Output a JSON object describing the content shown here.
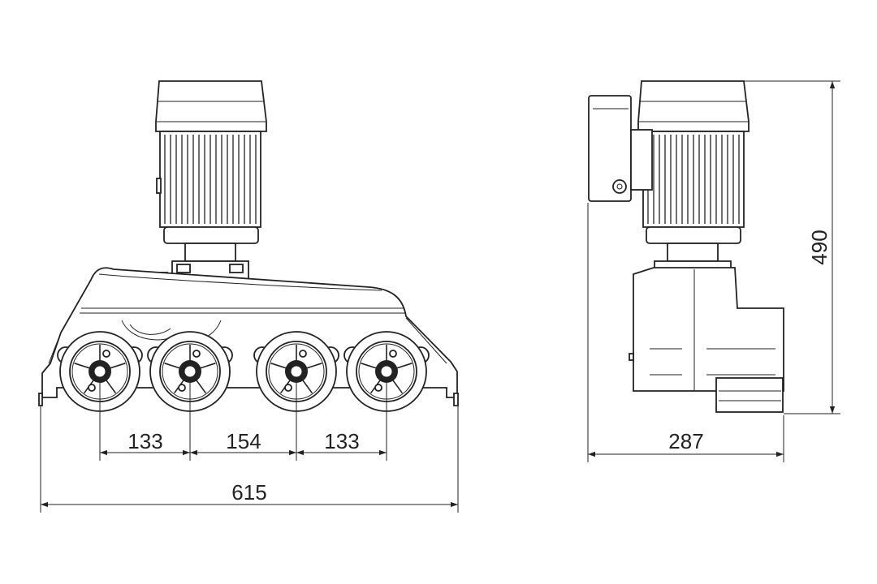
{
  "dimensions": {
    "pitch_left": "133",
    "pitch_middle": "154",
    "pitch_right": "133",
    "total_width": "615",
    "side_depth": "287",
    "total_height": "490"
  },
  "colors": {
    "line": "#222222",
    "background": "#ffffff"
  }
}
